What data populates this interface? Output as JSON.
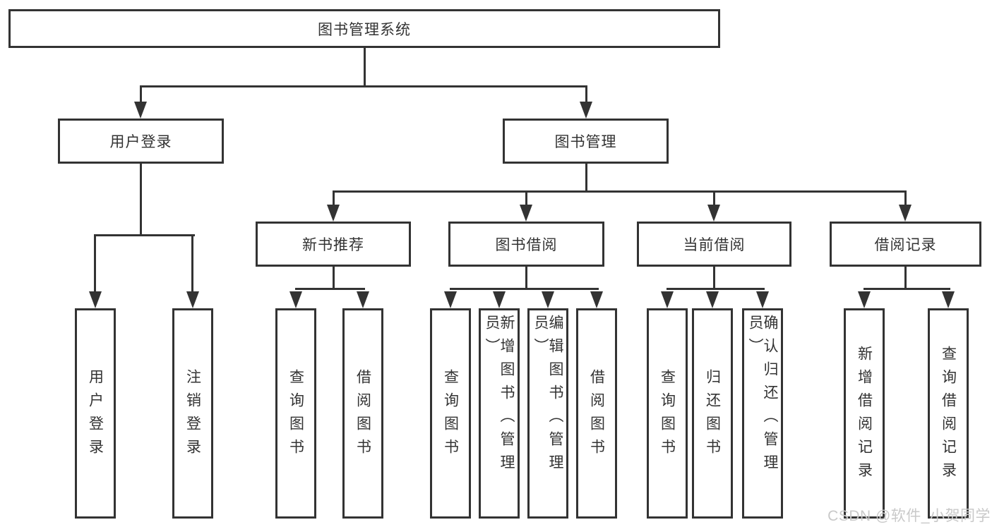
{
  "root": {
    "label": "图书管理系统"
  },
  "tree": {
    "user_login": {
      "label": "用户登录",
      "children": [
        "用户登录",
        "注销登录"
      ]
    },
    "book_mgmt": {
      "label": "图书管理",
      "sections": [
        {
          "label": "新书推荐",
          "children": [
            "查询图书",
            "借阅图书"
          ]
        },
        {
          "label": "图书借阅",
          "children": [
            "查询图书",
            "新增图书（管理员）",
            "编辑图书（管理员）",
            "借阅图书"
          ]
        },
        {
          "label": "当前借阅",
          "children": [
            "查询图书",
            "归还图书",
            "确认归还（管理员）"
          ]
        },
        {
          "label": "借阅记录",
          "children": [
            "新增借阅记录",
            "查询借阅记录"
          ]
        }
      ]
    }
  },
  "watermark": "CSDN @软件_小贺同学",
  "colors": {
    "line": "#333333",
    "text": "#333333",
    "watermark": "#c9c9c9",
    "background": "#ffffff"
  }
}
